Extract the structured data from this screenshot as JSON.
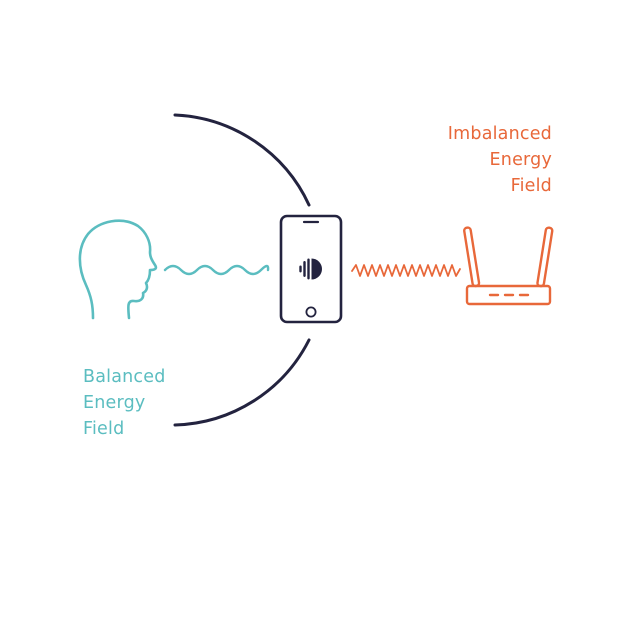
{
  "imbalanced_label": {
    "line1": "Imbalanced",
    "line2": "Energy",
    "line3": "Field",
    "color": "#E8683A"
  },
  "balanced_label": {
    "line1": "Balanced",
    "line2": "Energy",
    "line3": "Field",
    "color": "#5BBDC0"
  },
  "colors": {
    "navy": "#23233F",
    "teal": "#5BBDC0",
    "orange": "#E8683A",
    "background": "#FFFFFF"
  },
  "icons": {
    "head": "human-head-profile-icon",
    "phone": "smartphone-icon",
    "app_logo": "sound-d-logo-icon",
    "router": "wifi-router-icon"
  }
}
